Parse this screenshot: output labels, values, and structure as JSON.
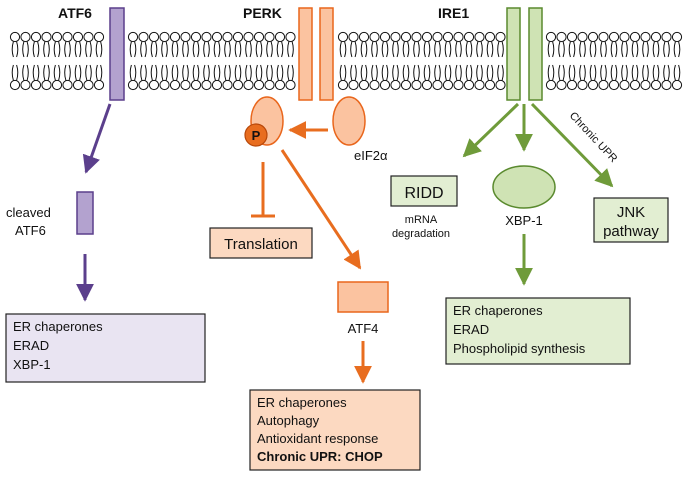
{
  "receptors": {
    "atf6": "ATF6",
    "perk": "PERK",
    "ire1": "IRE1"
  },
  "atf6_branch": {
    "cleaved_line1": "cleaved",
    "cleaved_line2": "ATF6",
    "targets": [
      "ER chaperones",
      "ERAD",
      "XBP-1"
    ]
  },
  "perk_branch": {
    "p_label": "P",
    "eif2a": "eIF2α",
    "translation": "Translation",
    "atf4": "ATF4",
    "targets": [
      "ER chaperones",
      "Autophagy",
      "Antioxidant response",
      "Chronic UPR: CHOP"
    ]
  },
  "ire1_branch": {
    "ridd": "RIDD",
    "mrna_line1": "mRNA",
    "mrna_line2": "degradation",
    "xbp1": "XBP-1",
    "chronic_upr": "Chronic UPR",
    "jnk_line1": "JNK",
    "jnk_line2": "pathway",
    "targets": [
      "ER chaperones",
      "ERAD",
      "Phospholipid synthesis"
    ]
  },
  "colors": {
    "purple_fill": "#b3a2cf",
    "purple_stroke": "#5b3f8c",
    "purple_box": "#e9e4f2",
    "orange_fill": "#fbc3a0",
    "orange_stroke": "#e9661c",
    "orange_arrow": "#e86d1f",
    "orange_box": "#fcd9c1",
    "green_fill": "#cfe3b4",
    "green_stroke": "#5a8a2e",
    "green_arrow": "#6f9b3a",
    "green_box": "#e2eed2"
  }
}
